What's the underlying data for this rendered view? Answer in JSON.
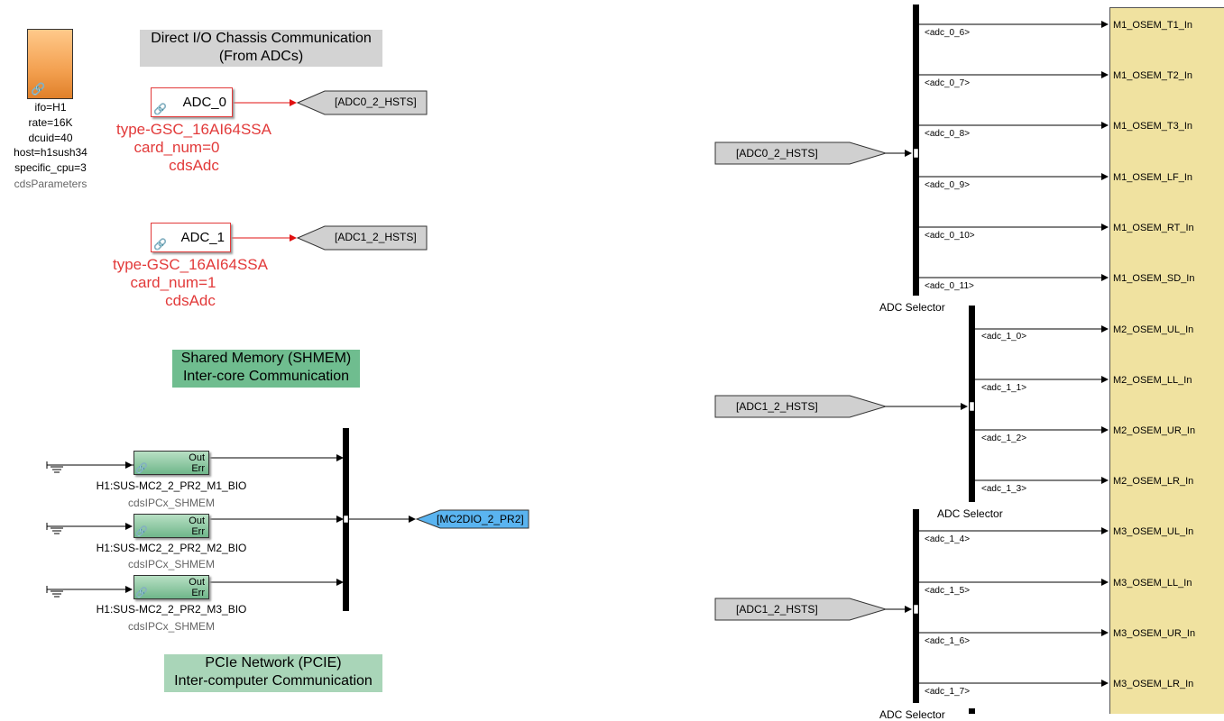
{
  "params_block": {
    "lines": [
      "ifo=H1",
      "rate=16K",
      "dcuid=40",
      "host=h1sush34",
      "specific_cpu=3"
    ],
    "name": "cdsParameters"
  },
  "titles": {
    "direct_io": [
      "Direct I/O Chassis Communication",
      "(From ADCs)"
    ],
    "shmem": [
      "Shared Memory (SHMEM)",
      "Inter-core Communication"
    ],
    "pcie": [
      "PCIe Network (PCIE)",
      "Inter-computer Communication"
    ]
  },
  "adc_blocks": [
    {
      "label": "ADC_0",
      "goto": "[ADC0_2_HSTS]",
      "anno": [
        "type-GSC_16AI64SSA",
        "card_num=0",
        "cdsAdc"
      ]
    },
    {
      "label": "ADC_1",
      "goto": "[ADC1_2_HSTS]",
      "anno": [
        "type-GSC_16AI64SSA",
        "card_num=1",
        "cdsAdc"
      ]
    }
  ],
  "ipc_blocks": [
    {
      "name": "H1:SUS-MC2_2_PR2_M1_BIO",
      "type": "cdsIPCx_SHMEM",
      "out": "Out",
      "err": "Err"
    },
    {
      "name": "H1:SUS-MC2_2_PR2_M2_BIO",
      "type": "cdsIPCx_SHMEM",
      "out": "Out",
      "err": "Err"
    },
    {
      "name": "H1:SUS-MC2_2_PR2_M3_BIO",
      "type": "cdsIPCx_SHMEM",
      "out": "Out",
      "err": "Err"
    }
  ],
  "mc2_goto": "[MC2DIO_2_PR2]",
  "from_tags": [
    "[ADC0_2_HSTS]",
    "[ADC1_2_HSTS]",
    "[ADC1_2_HSTS]"
  ],
  "selectors": [
    {
      "label": "ADC Selector",
      "signals": [
        "<adc_0_6>",
        "<adc_0_7>",
        "<adc_0_8>",
        "<adc_0_9>",
        "<adc_0_10>",
        "<adc_0_11>"
      ]
    },
    {
      "label": "ADC Selector",
      "signals": [
        "<adc_1_0>",
        "<adc_1_1>",
        "<adc_1_2>",
        "<adc_1_3>"
      ]
    },
    {
      "label": "ADC Selector",
      "signals": [
        "<adc_1_4>",
        "<adc_1_5>",
        "<adc_1_6>",
        "<adc_1_7>"
      ]
    }
  ],
  "subsystem_inputs": [
    "M1_OSEM_T1_In",
    "M1_OSEM_T2_In",
    "M1_OSEM_T3_In",
    "M1_OSEM_LF_In",
    "M1_OSEM_RT_In",
    "M1_OSEM_SD_In",
    "M2_OSEM_UL_In",
    "M2_OSEM_LL_In",
    "M2_OSEM_UR_In",
    "M2_OSEM_LR_In",
    "M3_OSEM_UL_In",
    "M3_OSEM_LL_In",
    "M3_OSEM_UR_In",
    "M3_OSEM_LR_In"
  ],
  "colors": {
    "adc_red": "#e23a3a",
    "subsystem_fill": "#f0e2a0",
    "goto_blue": "#5ab4f0",
    "tag_gray": "#d0d0d0",
    "ipc_green": "#8dc9a3"
  }
}
